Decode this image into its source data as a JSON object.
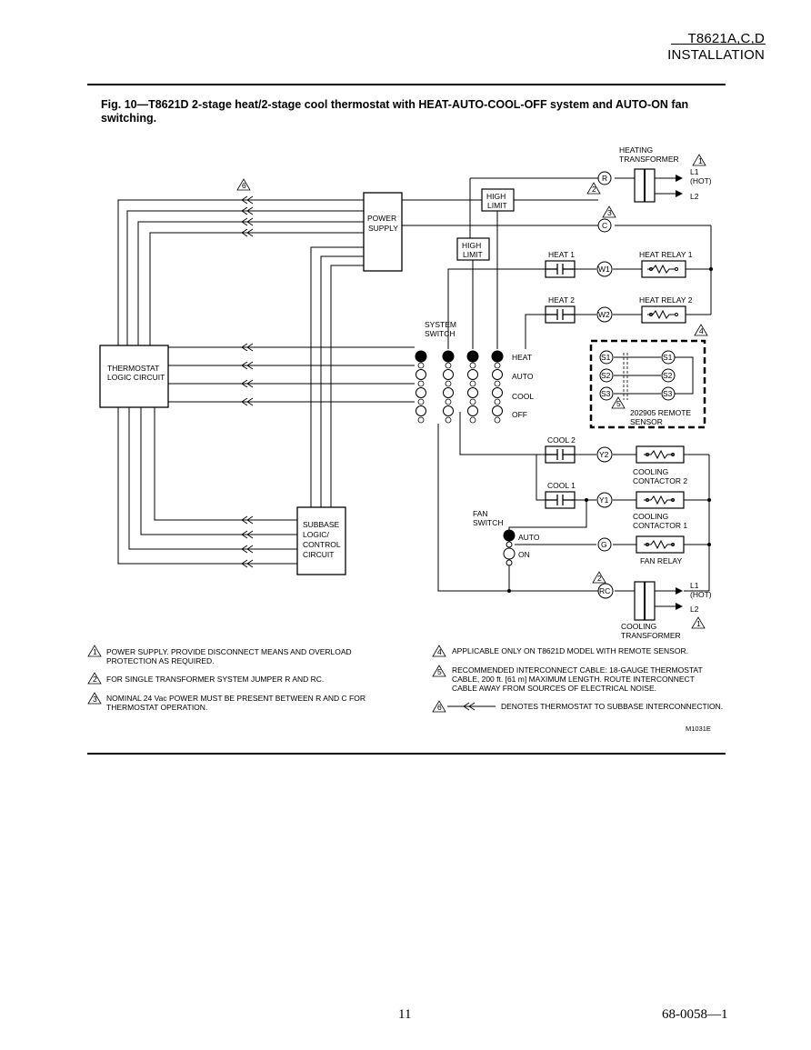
{
  "header": {
    "model": "T8621A,C,D",
    "section": "INSTALLATION"
  },
  "caption": "Fig. 10—T8621D 2-stage heat/2-stage cool thermostat with HEAT-AUTO-COOL-OFF system and AUTO-ON fan switching.",
  "blocks": {
    "power_supply": [
      "POWER",
      "SUPPLY"
    ],
    "thermostat_logic": [
      "THERMOSTAT",
      "LOGIC CIRCUIT"
    ],
    "subbase_logic": [
      "SUBBASE",
      "LOGIC/",
      "CONTROL",
      "CIRCUIT"
    ],
    "high_limit": [
      "HIGH",
      "LIMIT"
    ],
    "heating_transformer": [
      "HEATING",
      "TRANSFORMER"
    ],
    "cooling_transformer": [
      "COOLING",
      "TRANSFORMER"
    ]
  },
  "system_switch": {
    "label": [
      "SYSTEM",
      "SWITCH"
    ],
    "positions": [
      "HEAT",
      "AUTO",
      "COOL",
      "OFF"
    ]
  },
  "fan_switch": {
    "label": [
      "FAN",
      "SWITCH"
    ],
    "positions": [
      "AUTO",
      "ON"
    ]
  },
  "terminals": {
    "R": "R",
    "C": "C",
    "W1": "W1",
    "W2": "W2",
    "Y2": "Y2",
    "Y1": "Y1",
    "G": "G",
    "RC": "RC",
    "S1": "S1",
    "S2": "S2",
    "S3": "S3"
  },
  "contacts": {
    "heat1": "HEAT 1",
    "heat2": "HEAT 2",
    "cool2": "COOL 2",
    "cool1": "COOL 1"
  },
  "loads": {
    "heat_relay_1": "HEAT RELAY 1",
    "heat_relay_2": "HEAT RELAY 2",
    "cooling_contactor_2": [
      "COOLING",
      "CONTACTOR 2"
    ],
    "cooling_contactor_1": [
      "COOLING",
      "CONTACTOR 1"
    ],
    "fan_relay": "FAN RELAY"
  },
  "power_lines": {
    "l1": "L1",
    "hot": "(HOT)",
    "l2": "L2"
  },
  "remote_sensor": [
    "202905  REMOTE",
    "SENSOR"
  ],
  "note_markers": {
    "n1": "1",
    "n2": "2",
    "n3": "3",
    "n4": "4",
    "n5": "5",
    "n6": "6"
  },
  "notes": [
    {
      "num": "1",
      "lines": [
        "POWER SUPPLY.  PROVIDE DISCONNECT MEANS AND OVERLOAD",
        "PROTECTION AS REQUIRED."
      ]
    },
    {
      "num": "2",
      "lines": [
        "FOR SINGLE TRANSFORMER SYSTEM JUMPER R AND RC."
      ]
    },
    {
      "num": "3",
      "lines": [
        "NOMINAL 24 Vac POWER MUST BE PRESENT BETWEEN R AND C FOR",
        "THERMOSTAT OPERATION."
      ]
    },
    {
      "num": "4",
      "lines": [
        "APPLICABLE ONLY ON T8621D MODEL WITH REMOTE SENSOR."
      ]
    },
    {
      "num": "5",
      "lines": [
        "RECOMMENDED INTERCONNECT CABLE:  18-GAUGE THERMOSTAT",
        "CABLE, 200 ft. [61 m] MAXIMUM LENGTH.  ROUTE INTERCONNECT",
        "CABLE AWAY FROM SOURCES OF ELECTRICAL NOISE."
      ]
    },
    {
      "num": "6",
      "lines": [
        "DENOTES THERMOSTAT TO SUBBASE INTERCONNECTION."
      ]
    }
  ],
  "figure_id": "M1031E",
  "footer": {
    "page": "11",
    "doc": "68-0058—1"
  }
}
